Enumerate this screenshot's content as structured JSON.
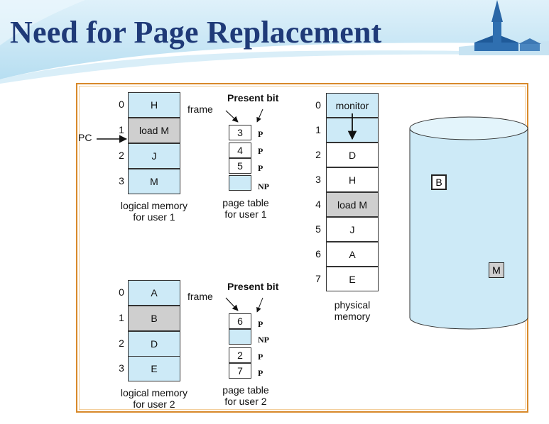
{
  "slide": {
    "title": "Need for Page Replacement"
  },
  "user1": {
    "indices": [
      "0",
      "1",
      "2",
      "3"
    ],
    "pages": [
      "H",
      "load M",
      "J",
      "M"
    ],
    "frames": [
      "3",
      "4",
      "5",
      ""
    ],
    "bits": [
      "P",
      "P",
      "P",
      "NP"
    ],
    "frame_label": "frame",
    "present_label": "Present bit",
    "memory_caption": [
      "logical memory",
      "for user 1"
    ],
    "table_caption": [
      "page table",
      "for user 1"
    ]
  },
  "user2": {
    "indices": [
      "0",
      "1",
      "2",
      "3"
    ],
    "pages": [
      "A",
      "B",
      "D",
      "E"
    ],
    "frames": [
      "6",
      "",
      "2",
      "7"
    ],
    "bits": [
      "P",
      "NP",
      "P",
      "P"
    ],
    "frame_label": "frame",
    "present_label": "Present bit",
    "memory_caption": [
      "logical memory",
      "for user 2"
    ],
    "table_caption": [
      "page table",
      "for user 2"
    ]
  },
  "pc_label": "PC",
  "physical": {
    "indices": [
      "0",
      "1",
      "2",
      "3",
      "4",
      "5",
      "6",
      "7"
    ],
    "frames": [
      "monitor",
      "",
      "D",
      "H",
      "load M",
      "J",
      "A",
      "E"
    ],
    "caption": [
      "physical",
      "memory"
    ]
  },
  "disk": {
    "items": [
      "B",
      "M"
    ]
  },
  "colors": {
    "title": "#1f3a78",
    "cell_blue": "#cdeaf7",
    "cell_gray": "#cfcfcf",
    "frame_orange": "#d8892a"
  }
}
